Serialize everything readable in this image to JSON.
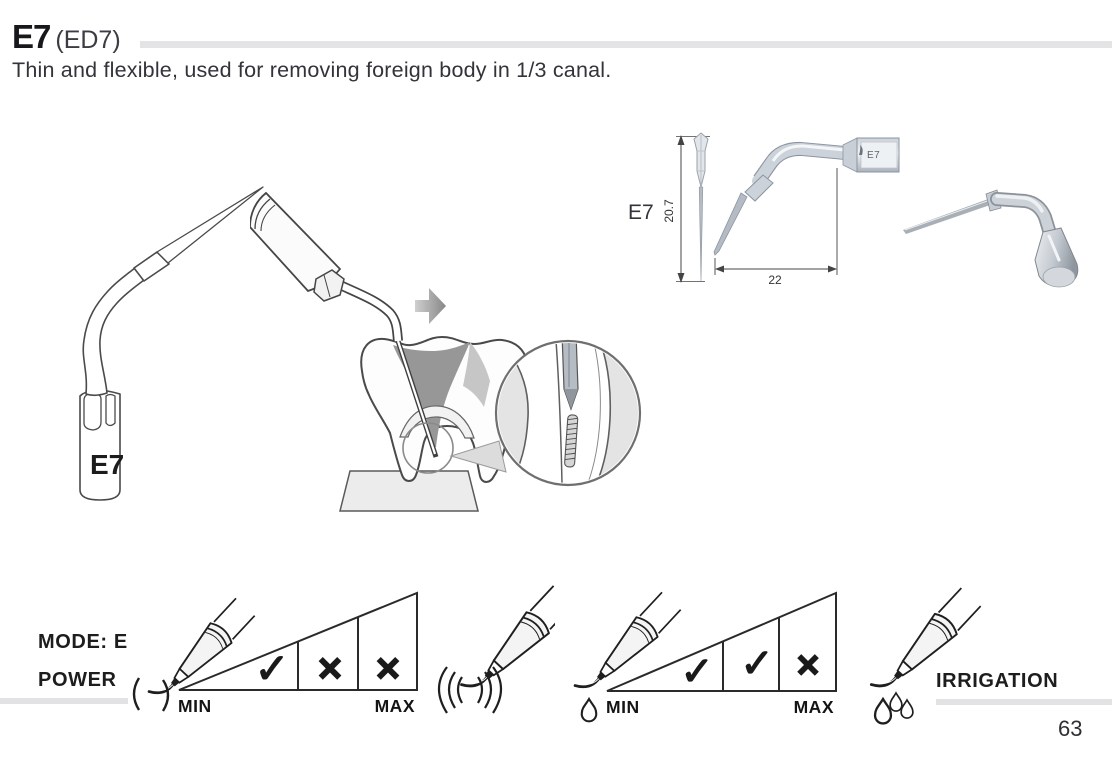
{
  "page": {
    "title_model": "E7",
    "title_variant": "(ED7)",
    "description": "Thin and flexible, used for removing foreign body in 1/3 canal.",
    "page_number": "63"
  },
  "diagram": {
    "tip_marking": "E7",
    "label": "E7",
    "length_mm": "20.7",
    "width_mm": "22",
    "shank_marking": "E7"
  },
  "power_gauge": {
    "mode_label": "MODE: E",
    "power_label": "POWER",
    "min_label": "MIN",
    "max_label": "MAX",
    "marks": [
      "✓",
      "×",
      "×"
    ]
  },
  "irrigation_gauge": {
    "label": "IRRIGATION",
    "min_label": "MIN",
    "max_label": "MAX",
    "marks": [
      "✓",
      "✓",
      "×"
    ]
  },
  "colors": {
    "rule_gray": "#e4e4e6",
    "line_dark": "#222222",
    "steel_light": "#dfe3e8",
    "steel_shadow": "#aab2bc"
  }
}
